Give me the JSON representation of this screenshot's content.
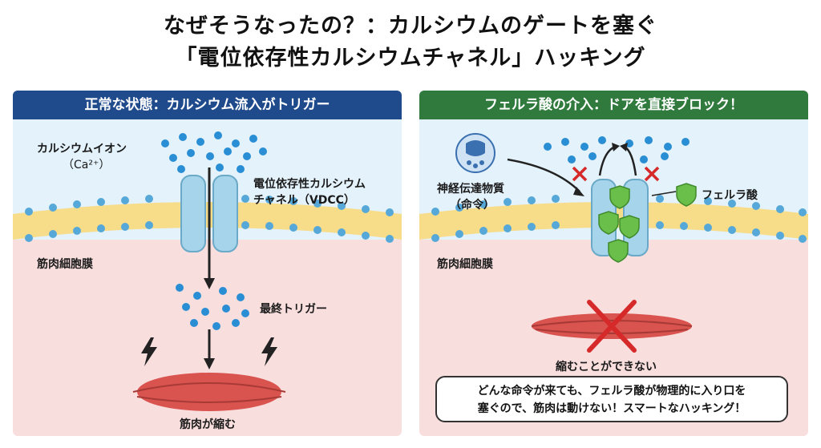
{
  "title": {
    "line1": "なぜそうなったの？：カルシウムのゲートを塞ぐ",
    "line2": "「電位依存性カルシウムチャネル」ハッキング"
  },
  "left_panel": {
    "header": "正常な状態：カルシウム流入がトリガー",
    "calcium_label": "カルシウムイオン",
    "calcium_formula": "（Ca²⁺）",
    "channel_label_1": "電位依存性カルシウム",
    "channel_label_2": "チャネル（VDCC）",
    "membrane_label": "筋肉細胞膜",
    "trigger_label": "最終トリガー",
    "muscle_label": "筋肉が縮む"
  },
  "right_panel": {
    "header": "フェルラ酸の介入：ドアを直接ブロック！",
    "neuro_label_1": "神経伝達物質",
    "neuro_label_2": "（命令）",
    "ferulic_label": "フェルラ酸",
    "membrane_label": "筋肉細胞膜",
    "muscle_label": "縮むことができない",
    "message_line1": "どんな命令が来ても、フェルラ酸が物理的に入り口を",
    "message_line2": "塞ぐので、筋肉は動けない！スマートなハッキング！"
  },
  "colors": {
    "left_header": "#1f4a8c",
    "right_header": "#2f7a3c",
    "ion": "#2a8ed4",
    "channel": "#a6d4ea",
    "muscle": "#d9534f",
    "cross": "#d62a2a",
    "shield": "#6abf4b"
  },
  "icons": [
    "lightning-icon",
    "shield-icon",
    "cross-icon",
    "neurotransmitter-icon",
    "arrow-icon"
  ]
}
